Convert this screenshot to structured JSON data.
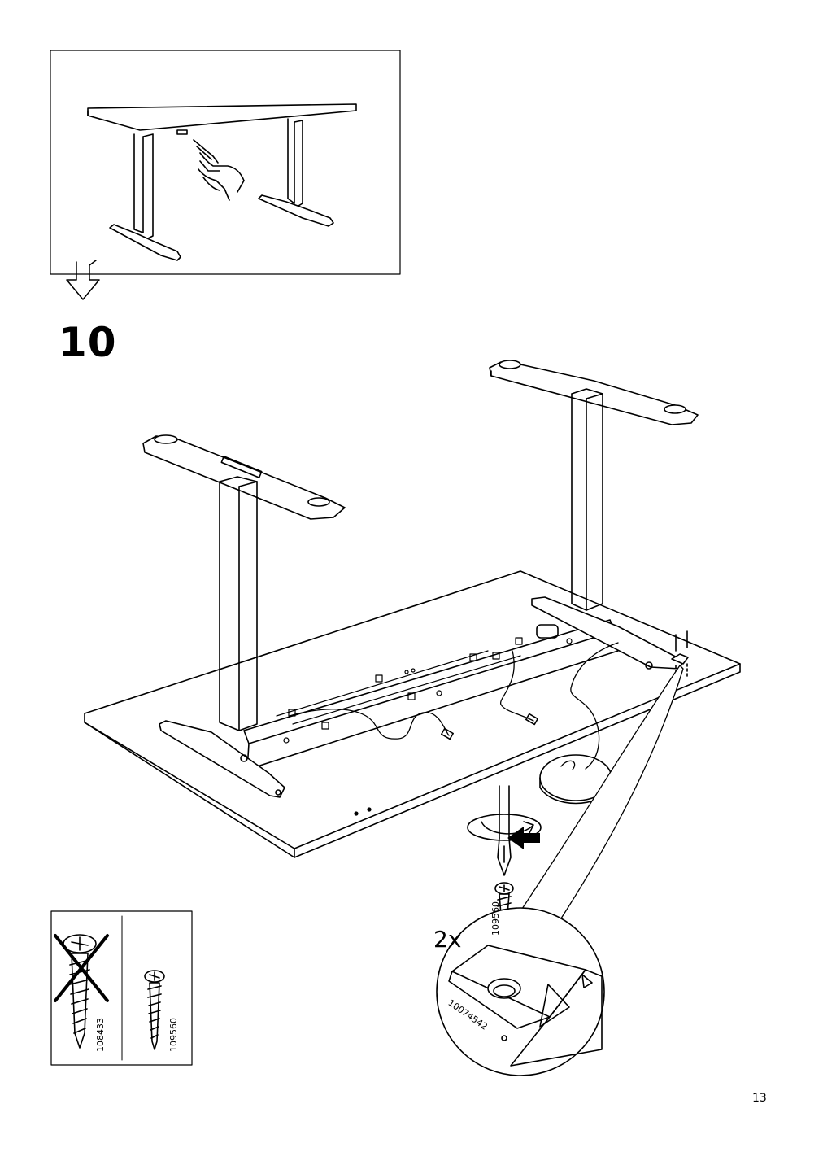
{
  "step": {
    "number": "10"
  },
  "page": {
    "number": "13"
  },
  "main": {
    "quantity": "2x",
    "screw_code": "109560",
    "part_code": "10074542"
  },
  "legend": {
    "wrong_code": "108433",
    "right_code": "109560"
  }
}
